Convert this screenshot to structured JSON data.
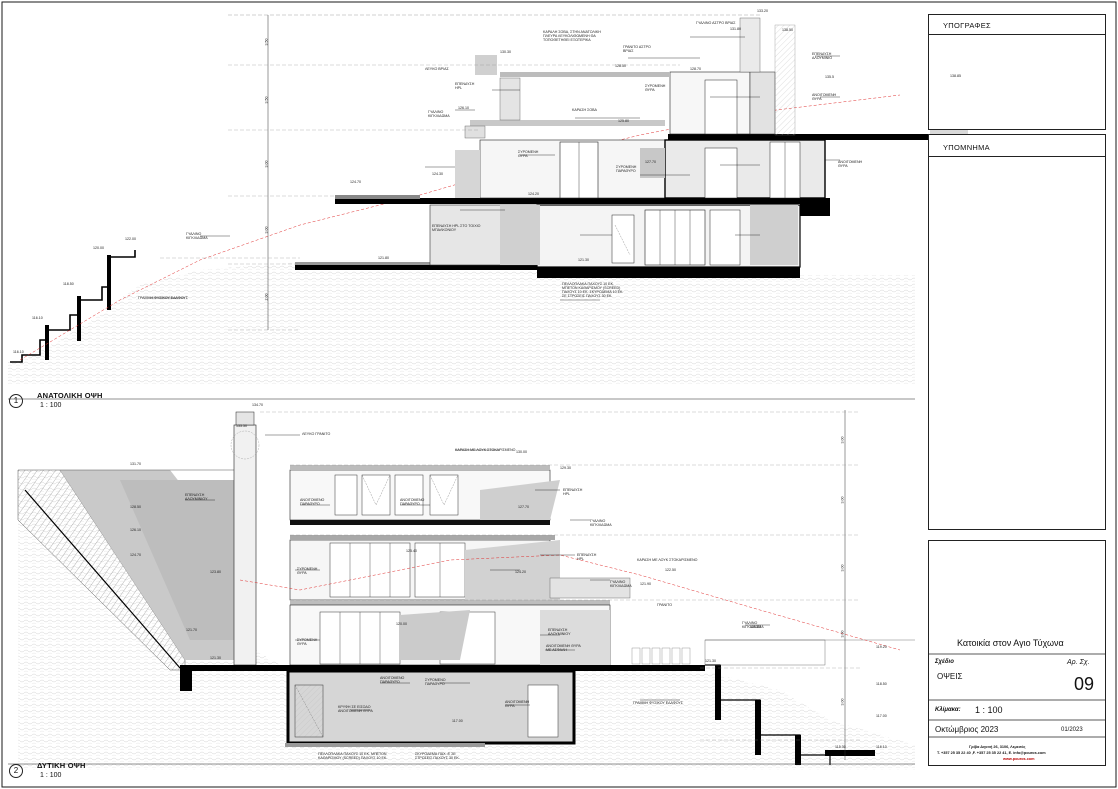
{
  "views": [
    {
      "number": "1",
      "title": "ΑΝΑΤΟΛΙΚΗ ΟΨΗ",
      "scale": "1 : 100"
    },
    {
      "number": "2",
      "title": "ΔΥΤΙΚΗ ΟΨΗ",
      "scale": "1 : 100"
    }
  ],
  "panels": {
    "signatures": "ΥΠΟΓΡΑΦΕΣ",
    "legend": "ΥΠΟΜΝΗΜΑ"
  },
  "title_block": {
    "project": "Κατοικία στον Αγιο Τύχωνα",
    "drawing_label": "Σχέδιο",
    "drawing_name": "ΟΨΕΙΣ",
    "number_label": "Αρ. Σχ.",
    "number": "09",
    "scale_label": "Κλίμακα:",
    "scale": "1 : 100",
    "date": "Οκτώμβριος 2023",
    "code": "01/2023",
    "office_line1": "Γρίβα Διγενή 26, 3106, Λεμεσός",
    "office_line2": "Τ. +357 25 35 22 40 ,F. +357 25 35 22 41, E. info@pouros.com",
    "office_line3": "www.pouros.com"
  },
  "east_annotations": [
    "ΓΥΑΛΙΝΟ ΑΣΤΡΟ ΒΡΙΑΣ",
    "ΚΑΡΑΛΗ ΣΟΒΑ, ΣΤΗΝ ΑΝΑΤΟΛΙΚΗ ΠΛΕΥΡΑ ΛΕΥΚΟΛΙΘΩΜΕΝΗ ΘΑ ΤΟΠΟΘΕΤΗΘΕΙ ΕΞΩΤΕΡΙΚΑ",
    "ΓΡΑΝΙΤΟ ΑΣΤΡΟ ΒΡΙΑΣ",
    "ΕΠΕΝΔΥΣΗ ΑΛΟΥΜΙΝΙΟ",
    "ΛΕΥΚΟ ΒΡΙΑΣ",
    "ΑΝΟΙΓΟΜΕΝΗ ΘΥΡΑ",
    "ΣΥΡΟΜΕΝΗ ΘΥΡΑ",
    "ΕΠΕΝΔΥΣΗ HPL",
    "ΓΥΑΛΙΝΟ ΚΙΓΚΛΙΔΩΜΑ",
    "ΚΑΡΑΣΗ ΣΟΒΑ",
    "ΣΥΡΟΜΕΝΗ ΠΑΡΑΘΥΡΟ",
    "ΑΝΟΙΓΟΜΕΝΗ ΘΥΡΑ",
    "ΕΠΕΝΔΥΣΗ HPL ΣΤΟ ΤΟΙΧΙΟ ΜΠΑΛΚΟΝΙΟΥ",
    "ΓΡΑΜΜΗ ΦΥΣΙΚΟΥ ΕΔΑΦΟΥΣ",
    "ΓΥΑΛΙΝΟ ΚΙΓΚΛΙΔΩΜΑ",
    "ΠΕΛΛΟΠΛΑΚΑ ΠΑΧΟΥΣ 10 ΕΚ. ΜΠΕΤΟΝ ΚΑΘΑΡΙΣΜΟΥ (SCREED) ΠΑΧΟΥΣ 10 ΕΚ. ΣΚΥΡΟΔΕΜΑ 10 ΕΚ. ΣΕ ΣΤΡΩΣΕΙΣ ΠΑΧΟΥΣ 30 ΕΚ.",
    "ΣΥΡΟΜΕΝΗ ΘΥΡΑ"
  ],
  "west_annotations": [
    "ΛΕΥΚΟ ΓΡΑΝΙΤΟ",
    "ΚΑΡΑΣΗ ΜΕ ΛΟΥΚ ΣΤΟΚΑΡΙΣΜΕΝΟ",
    "ΕΠΕΝΔΥΣΗ ΑΛΟΥΜΙΝΙΟΥ",
    "ΑΝΟΙΓΟΜΕΝΟ ΠΑΡΑΘΥΡΟ",
    "ΑΝΟΙΓΟΜΕΝΟ ΠΑΡΑΘΥΡΟ",
    "ΕΠΕΝΔΥΣΗ HPL",
    "ΓΥΑΛΙΝΟ ΚΙΓΚΛΙΔΩΜΑ",
    "ΕΠΕΝΔΥΣΗ HPL",
    "ΣΥΡΟΜΕΝΗ ΘΥΡΑ",
    "ΚΑΡΑΣΗ ΜΕ ΛΟΥΚ ΣΤΟΚΑΡΙΣΜΕΝΟ",
    "ΓΥΑΛΙΝΟ ΚΙΓΚΛΙΔΩΜΑ",
    "ΓΡΑΝΙΤΟ",
    "ΣΥΡΟΜΕΝΗ ΘΥΡΑ",
    "ΕΠΕΝΔΥΣΗ ΑΛΟΥΜΙΝΙΟΥ",
    "ΑΝΟΙΓΟΜΕΝΗ ΘΥΡΑ ΜΕ ΑΣΦΑΛΗ",
    "ΓΥΑΛΙΝΟ ΚΙΓΚΛΙΔΩΜΑ",
    "ΑΝΟΙΓΟΜΕΝΟ ΠΑΡΑΘΥΡΟ",
    "ΣΥΡΟΜΕΝΟ ΠΑΡΑΘΥΡΟ",
    "ΑΝΟΙΓΟΜΕΝΗ ΘΥΡΑ",
    "ΚΡΥΦΗ ΣΕ ΕΙΣΟΔΟ ΑΝΟΙΓΟΜΕΝΗ ΘΥΡΑ",
    "ΓΡΑΜΜΗ ΦΥΣΙΚΟΥ ΕΔΑΦΟΥΣ",
    "ΠΕΛΛΟΠΛΑΚΑ ΠΑΧΟΥΣ 10 ΕΚ. ΜΠΕΤΟΝ ΚΑΘΑΡΙΣΜΟΥ (SCREED) ΠΑΧΟΥΣ 10 ΕΚ.",
    "ΣΚΥΡΟΔΕΜΑ ΠΑΧ. 8' ΣΕ ΣΤΡΩΣΕΙΣ ΠΑΧΟΥΣ 30 ΕΚ."
  ],
  "east_levels": [
    "133.20",
    "138.50",
    "130.30",
    "128.50",
    "128.70",
    "126.10",
    "125.80",
    "124.30",
    "124.70",
    "124.20",
    "121.80",
    "121.30",
    "122.00",
    "120.00",
    "118.50",
    "116.10",
    "131.80",
    "127.70",
    "138.85",
    "135.5"
  ],
  "west_levels": [
    "134.70",
    "133.50",
    "131.70",
    "130.00",
    "129.30",
    "128.50",
    "127.70",
    "126.10",
    "125.40",
    "124.70",
    "124.20",
    "123.80",
    "122.50",
    "121.90",
    "121.70",
    "121.30",
    "120.00",
    "119.20",
    "118.50",
    "117.00",
    "116.10",
    "115.30"
  ],
  "dims": [
    "3.50",
    "3.50",
    "3.00",
    "3.00",
    "2.00",
    "3.00",
    "3.00",
    "3.00",
    "3.00",
    "3.00"
  ],
  "colors": {
    "line": "#1a1a1a",
    "cut": "#000000",
    "fill": "#c9c9c9",
    "hatch": "#d4d4d4",
    "ground": "#e03030"
  }
}
